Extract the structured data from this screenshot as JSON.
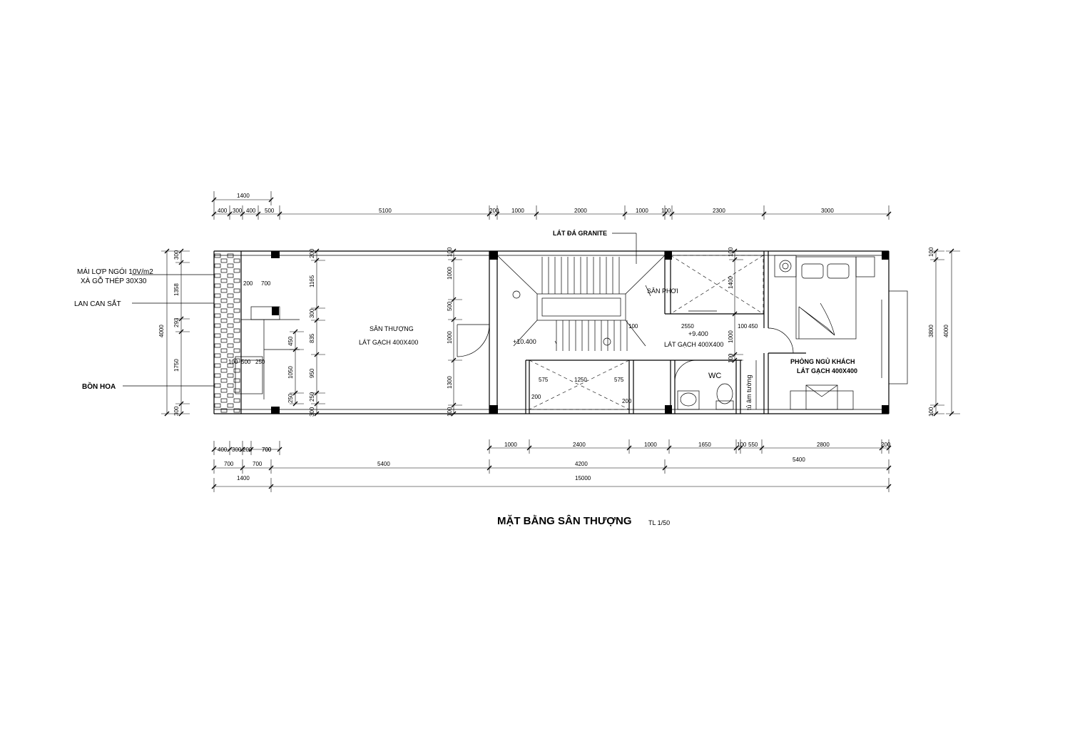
{
  "title": "MẶT BẰNG SÂN THƯỢNG",
  "scale": "TL 1/50",
  "labels": {
    "roof": "MÁI LỢP NGÓI 10V/m2",
    "rafters": "XÀ GỖ THÉP 30X30",
    "railing": "LAN CAN SẮT",
    "planter": "BỒN HOA",
    "granite": "LÁT ĐÁ GRANITE",
    "drying": "SÂN PHƠI",
    "terrace": "SÂN THƯỢNG",
    "terrace_tile": "LÁT GẠCH 400X400",
    "level_104": "+10.400",
    "level_94": "+9.400",
    "mid_tile": "LÁT GẠCH 400X400",
    "wc": "WC",
    "wardrobe": "tủ âm tường",
    "guest_room": "PHÒNG NGỦ KHÁCH",
    "guest_tile": "LÁT GẠCH 400X400"
  },
  "dims": {
    "top_total": "1400",
    "top": [
      "400",
      "300",
      "400",
      "500",
      "5100",
      "200",
      "1000",
      "2000",
      "1000",
      "100",
      "2300",
      "3000"
    ],
    "bottom1": [
      "400",
      "300",
      "200",
      "700",
      "1000",
      "2400",
      "1000",
      "1650",
      "100",
      "550",
      "2800",
      "200"
    ],
    "bottom2": [
      "700",
      "700",
      "5400",
      "4200",
      "5400"
    ],
    "bottom3": [
      "1400",
      "15000"
    ],
    "left_outer": "4000",
    "left": [
      "300",
      "1358",
      "293",
      "1750",
      "300"
    ],
    "inner_a": [
      "200",
      "1165",
      "300",
      "835",
      "950",
      "250",
      "300"
    ],
    "inner_b": [
      "450",
      "1050",
      "250"
    ],
    "mid_left": [
      "100",
      "1000",
      "500",
      "1000",
      "1300",
      "100"
    ],
    "right_inner": [
      "100",
      "1400",
      "1000",
      "100"
    ],
    "right_outer": [
      "100",
      "3800",
      "100"
    ],
    "right_total": "4000",
    "misc": [
      "200",
      "700",
      "700",
      "100",
      "500",
      "250",
      "100",
      "2550",
      "100",
      "450",
      "575",
      "1250",
      "575",
      "200",
      "200"
    ]
  }
}
